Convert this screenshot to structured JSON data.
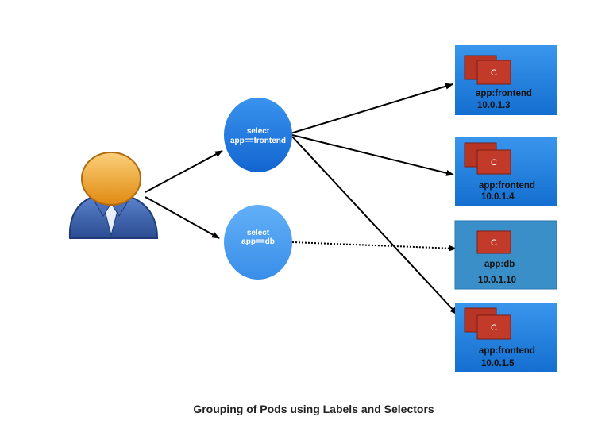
{
  "colors": {
    "pod_frontend": "#1d7de0",
    "pod_db": "#3a8fc9",
    "selector_frontend": "#1a78e0",
    "selector_db": "#4ea2f2",
    "container": "#c0392b",
    "arrow": "#000000",
    "user_head": "#f0a030",
    "user_body": "#3a5fa8"
  },
  "icons": {
    "user": "user-icon",
    "container": "container-icon"
  },
  "selectors": [
    {
      "line1": "select",
      "line2": "app==frontend"
    },
    {
      "line1": "select",
      "line2": "app==db"
    }
  ],
  "pods": [
    {
      "container_label": "C",
      "label": "app:frontend",
      "ip": "10.0.1.3"
    },
    {
      "container_label": "C",
      "label": "app:frontend",
      "ip": "10.0.1.4"
    },
    {
      "container_label": "C",
      "label": "app:db",
      "ip": "10.0.1.10"
    },
    {
      "container_label": "C",
      "label": "app:frontend",
      "ip": "10.0.1.5"
    }
  ],
  "caption": "Grouping of Pods using Labels and Selectors"
}
